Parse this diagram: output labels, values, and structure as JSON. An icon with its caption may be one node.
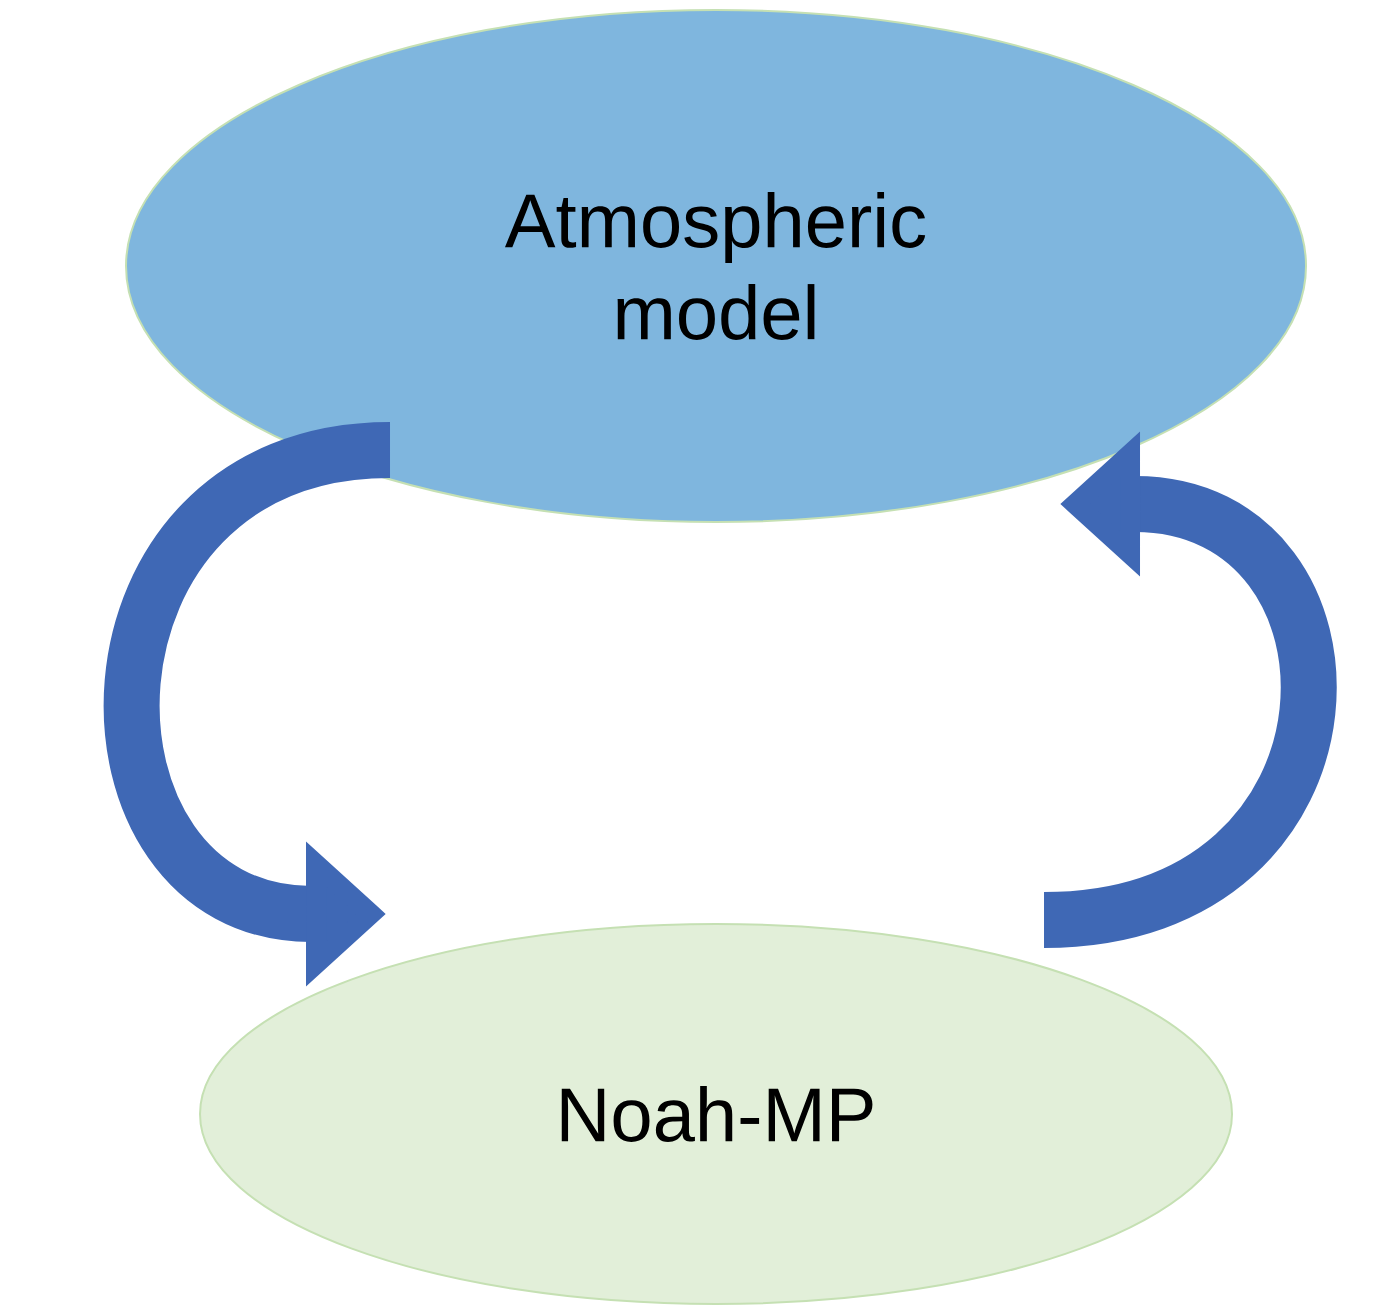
{
  "diagram": {
    "nodes": [
      {
        "text": [
          "Atmospheric model"
        ]
      },
      {
        "text": [
          "Noah-MP"
        ]
      }
    ],
    "edges": [
      {
        "from": 0,
        "to": 1,
        "arrow": "to"
      },
      {
        "from": 1,
        "to": 0,
        "arrow": "to"
      }
    ]
  }
}
